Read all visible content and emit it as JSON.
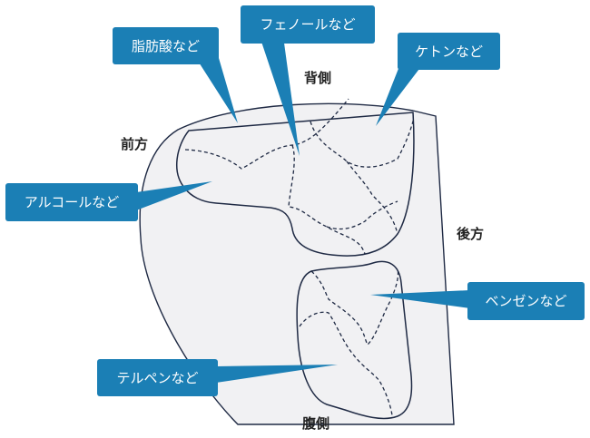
{
  "directions": {
    "dorsal": "背側",
    "anterior": "前方",
    "posterior": "後方",
    "ventral": "腹側"
  },
  "callouts": {
    "fatty_acids": "脂肪酸など",
    "phenols": "フェノールなど",
    "ketones": "ケトンなど",
    "alcohols": "アルコールなど",
    "benzenes": "ベンゼンなど",
    "terpenes": "テルペンなど"
  },
  "colors": {
    "callout_fill": "#1b7fb5",
    "region_fill": "#f1f1f3",
    "outline": "#1f2a44"
  }
}
